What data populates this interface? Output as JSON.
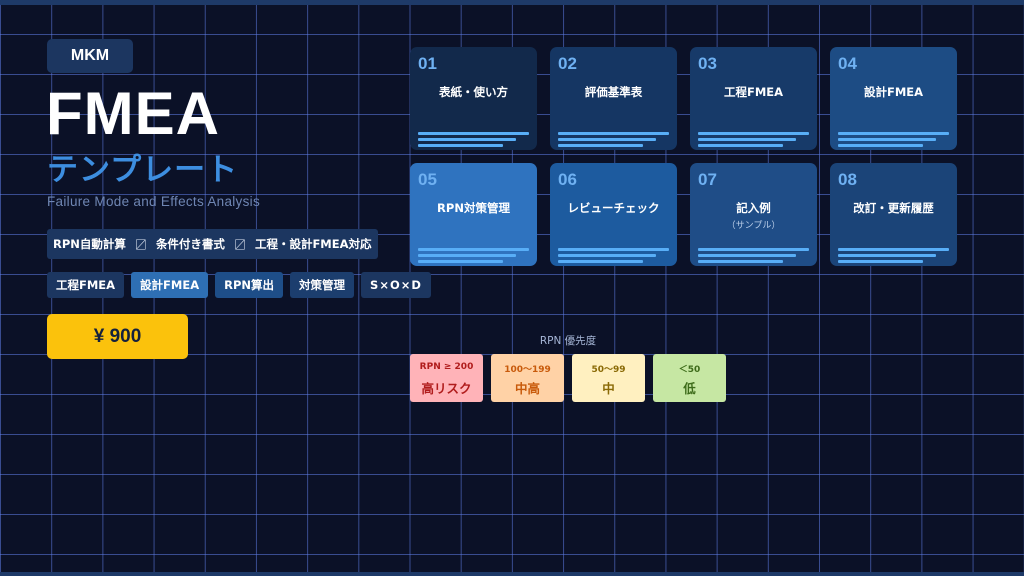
{
  "brand": "MKM",
  "title": "FMEA",
  "subtitle": "テンプレート",
  "english_title": "Failure Mode and Effects Analysis",
  "features": [
    "RPN自動計算",
    "条件付き書式",
    "工程・設計FMEA対応"
  ],
  "feature_separator": "〼",
  "tags": [
    "工程FMEA",
    "設計FMEA",
    "RPN算出",
    "対策管理",
    "S×O×D"
  ],
  "price": "¥ 900",
  "cards": [
    {
      "number": "01",
      "label": "表紙・使い方",
      "sub": ""
    },
    {
      "number": "02",
      "label": "評価基準表",
      "sub": ""
    },
    {
      "number": "03",
      "label": "工程FMEA",
      "sub": ""
    },
    {
      "number": "04",
      "label": "設計FMEA",
      "sub": ""
    },
    {
      "number": "05",
      "label": "RPN対策管理",
      "sub": ""
    },
    {
      "number": "06",
      "label": "レビューチェック",
      "sub": ""
    },
    {
      "number": "07",
      "label": "記入例",
      "sub": "（サンプル）"
    },
    {
      "number": "08",
      "label": "改訂・更新履歴",
      "sub": ""
    }
  ],
  "card_colors": [
    "#12294b",
    "#153663",
    "#173a69",
    "#1d4c84",
    "#2f73bf",
    "#1d5b9f",
    "#1f4d87",
    "#1b4478"
  ],
  "rpn": {
    "title": "RPN 優先度",
    "levels": [
      {
        "range": "RPN ≥ 200",
        "label": "高リスク",
        "bg": "#ffb3b8",
        "fg": "#b01c1c"
      },
      {
        "range": "100〜199",
        "label": "中高",
        "bg": "#ffd2a6",
        "fg": "#c85a0b"
      },
      {
        "range": "50〜99",
        "label": "中",
        "bg": "#fff0c0",
        "fg": "#8a6a06"
      },
      {
        "range": "＜50",
        "label": "低",
        "bg": "#c6e7a3",
        "fg": "#3d6b1a"
      }
    ]
  },
  "colors": {
    "background": "#0b1127",
    "accent_blue": "#3d8ee0",
    "price_bg": "#fbc20c"
  }
}
